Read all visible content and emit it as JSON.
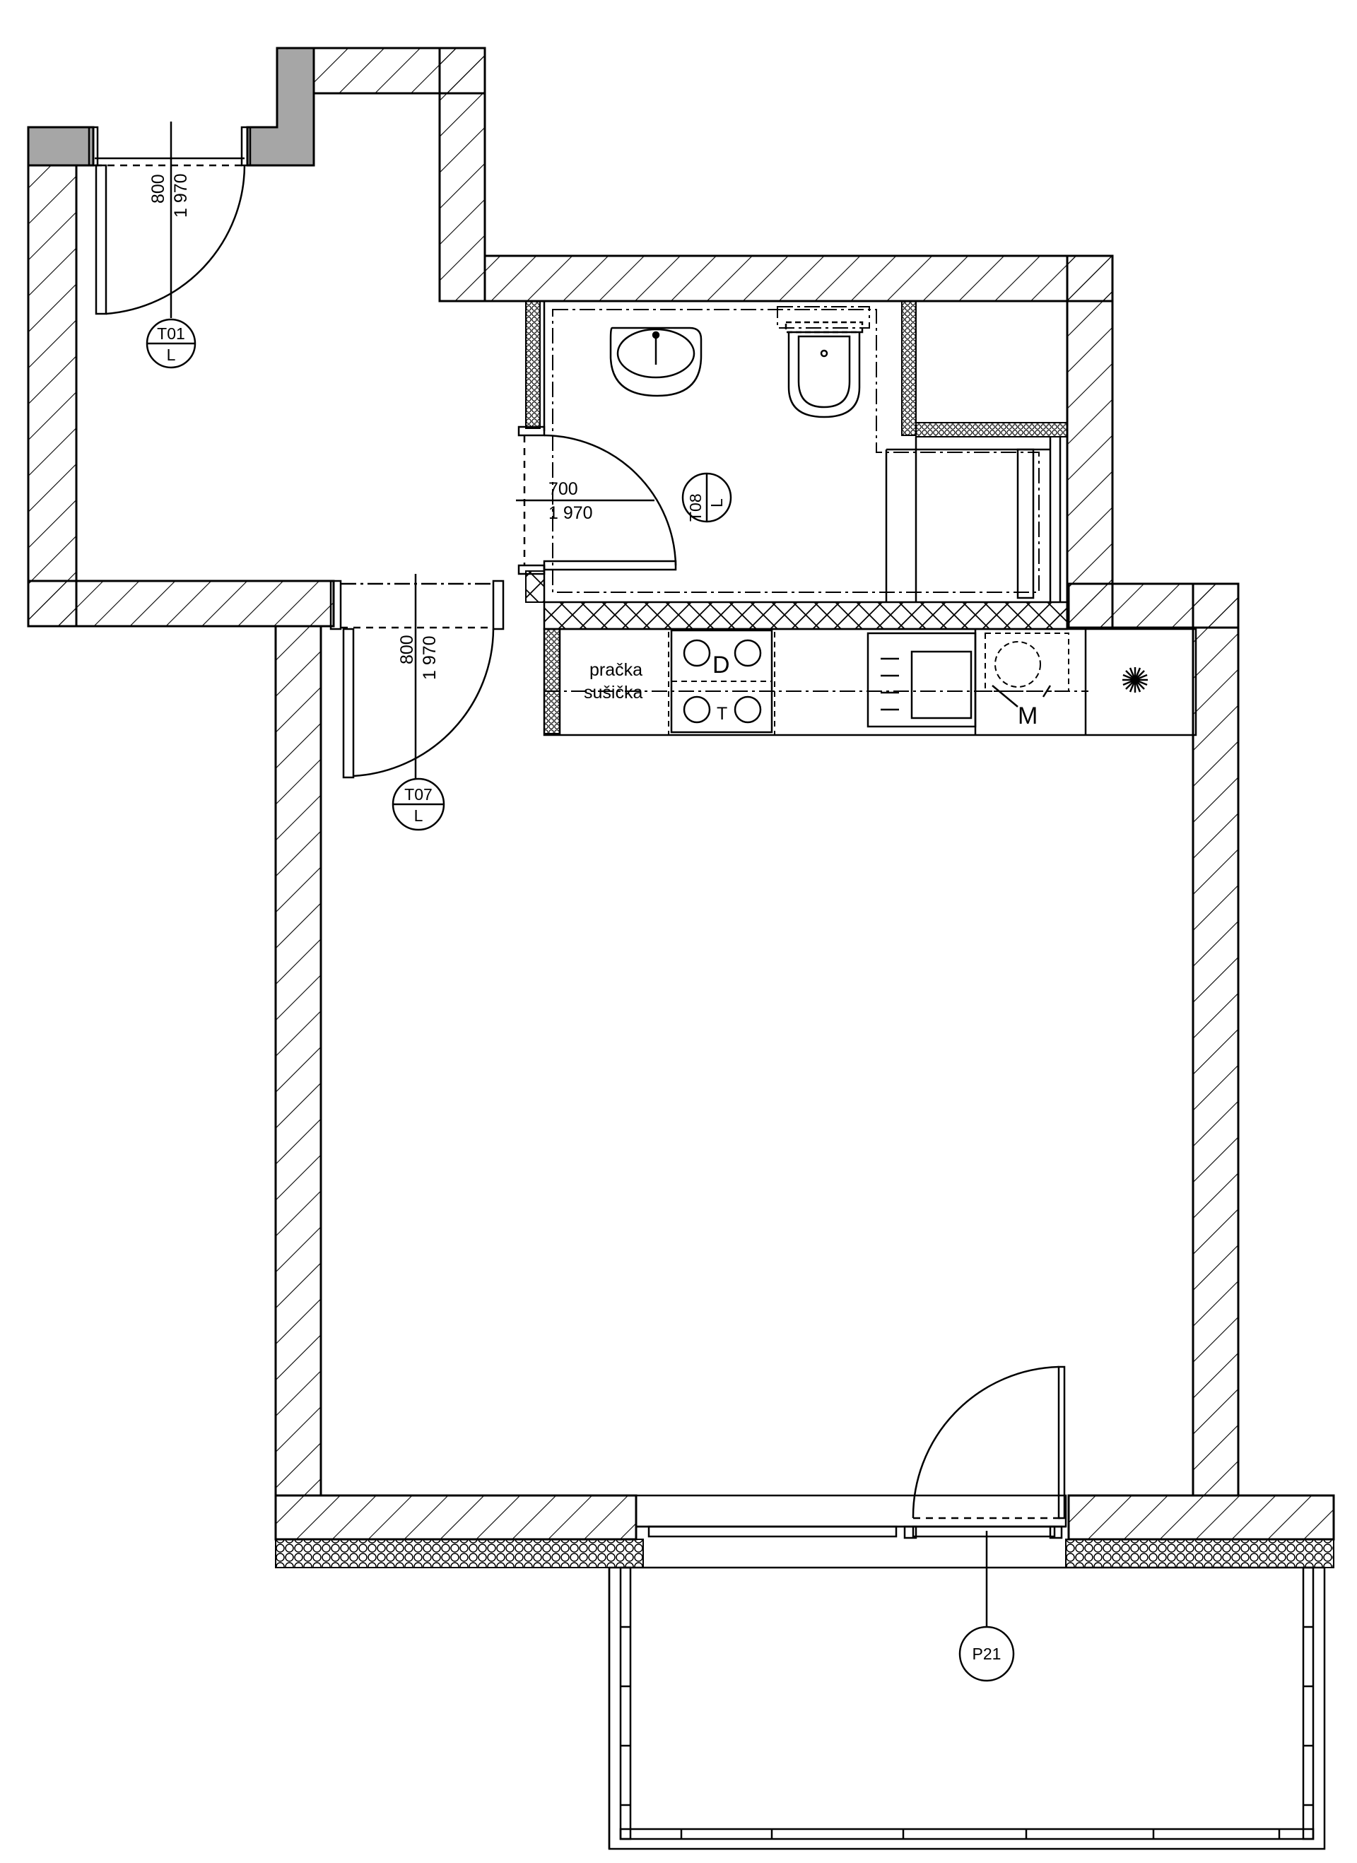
{
  "doors": {
    "t01": {
      "tag": "T01",
      "hand": "L",
      "width": "800",
      "height": "1 970"
    },
    "t07": {
      "tag": "T07",
      "hand": "L",
      "width": "800",
      "height": "1 970"
    },
    "t08": {
      "tag": "T08",
      "hand": "L",
      "width": "700",
      "height": "1 970"
    }
  },
  "window": {
    "tag": "P21"
  },
  "laundry": {
    "line1": "pračka",
    "line2": "sušička"
  },
  "hob": {
    "d_label": "D",
    "t_label": "T"
  },
  "appliance": {
    "m_label": "M"
  },
  "colors": {
    "line": "#000000",
    "existing_wall": "#a6a6a6",
    "paper": "#ffffff"
  }
}
